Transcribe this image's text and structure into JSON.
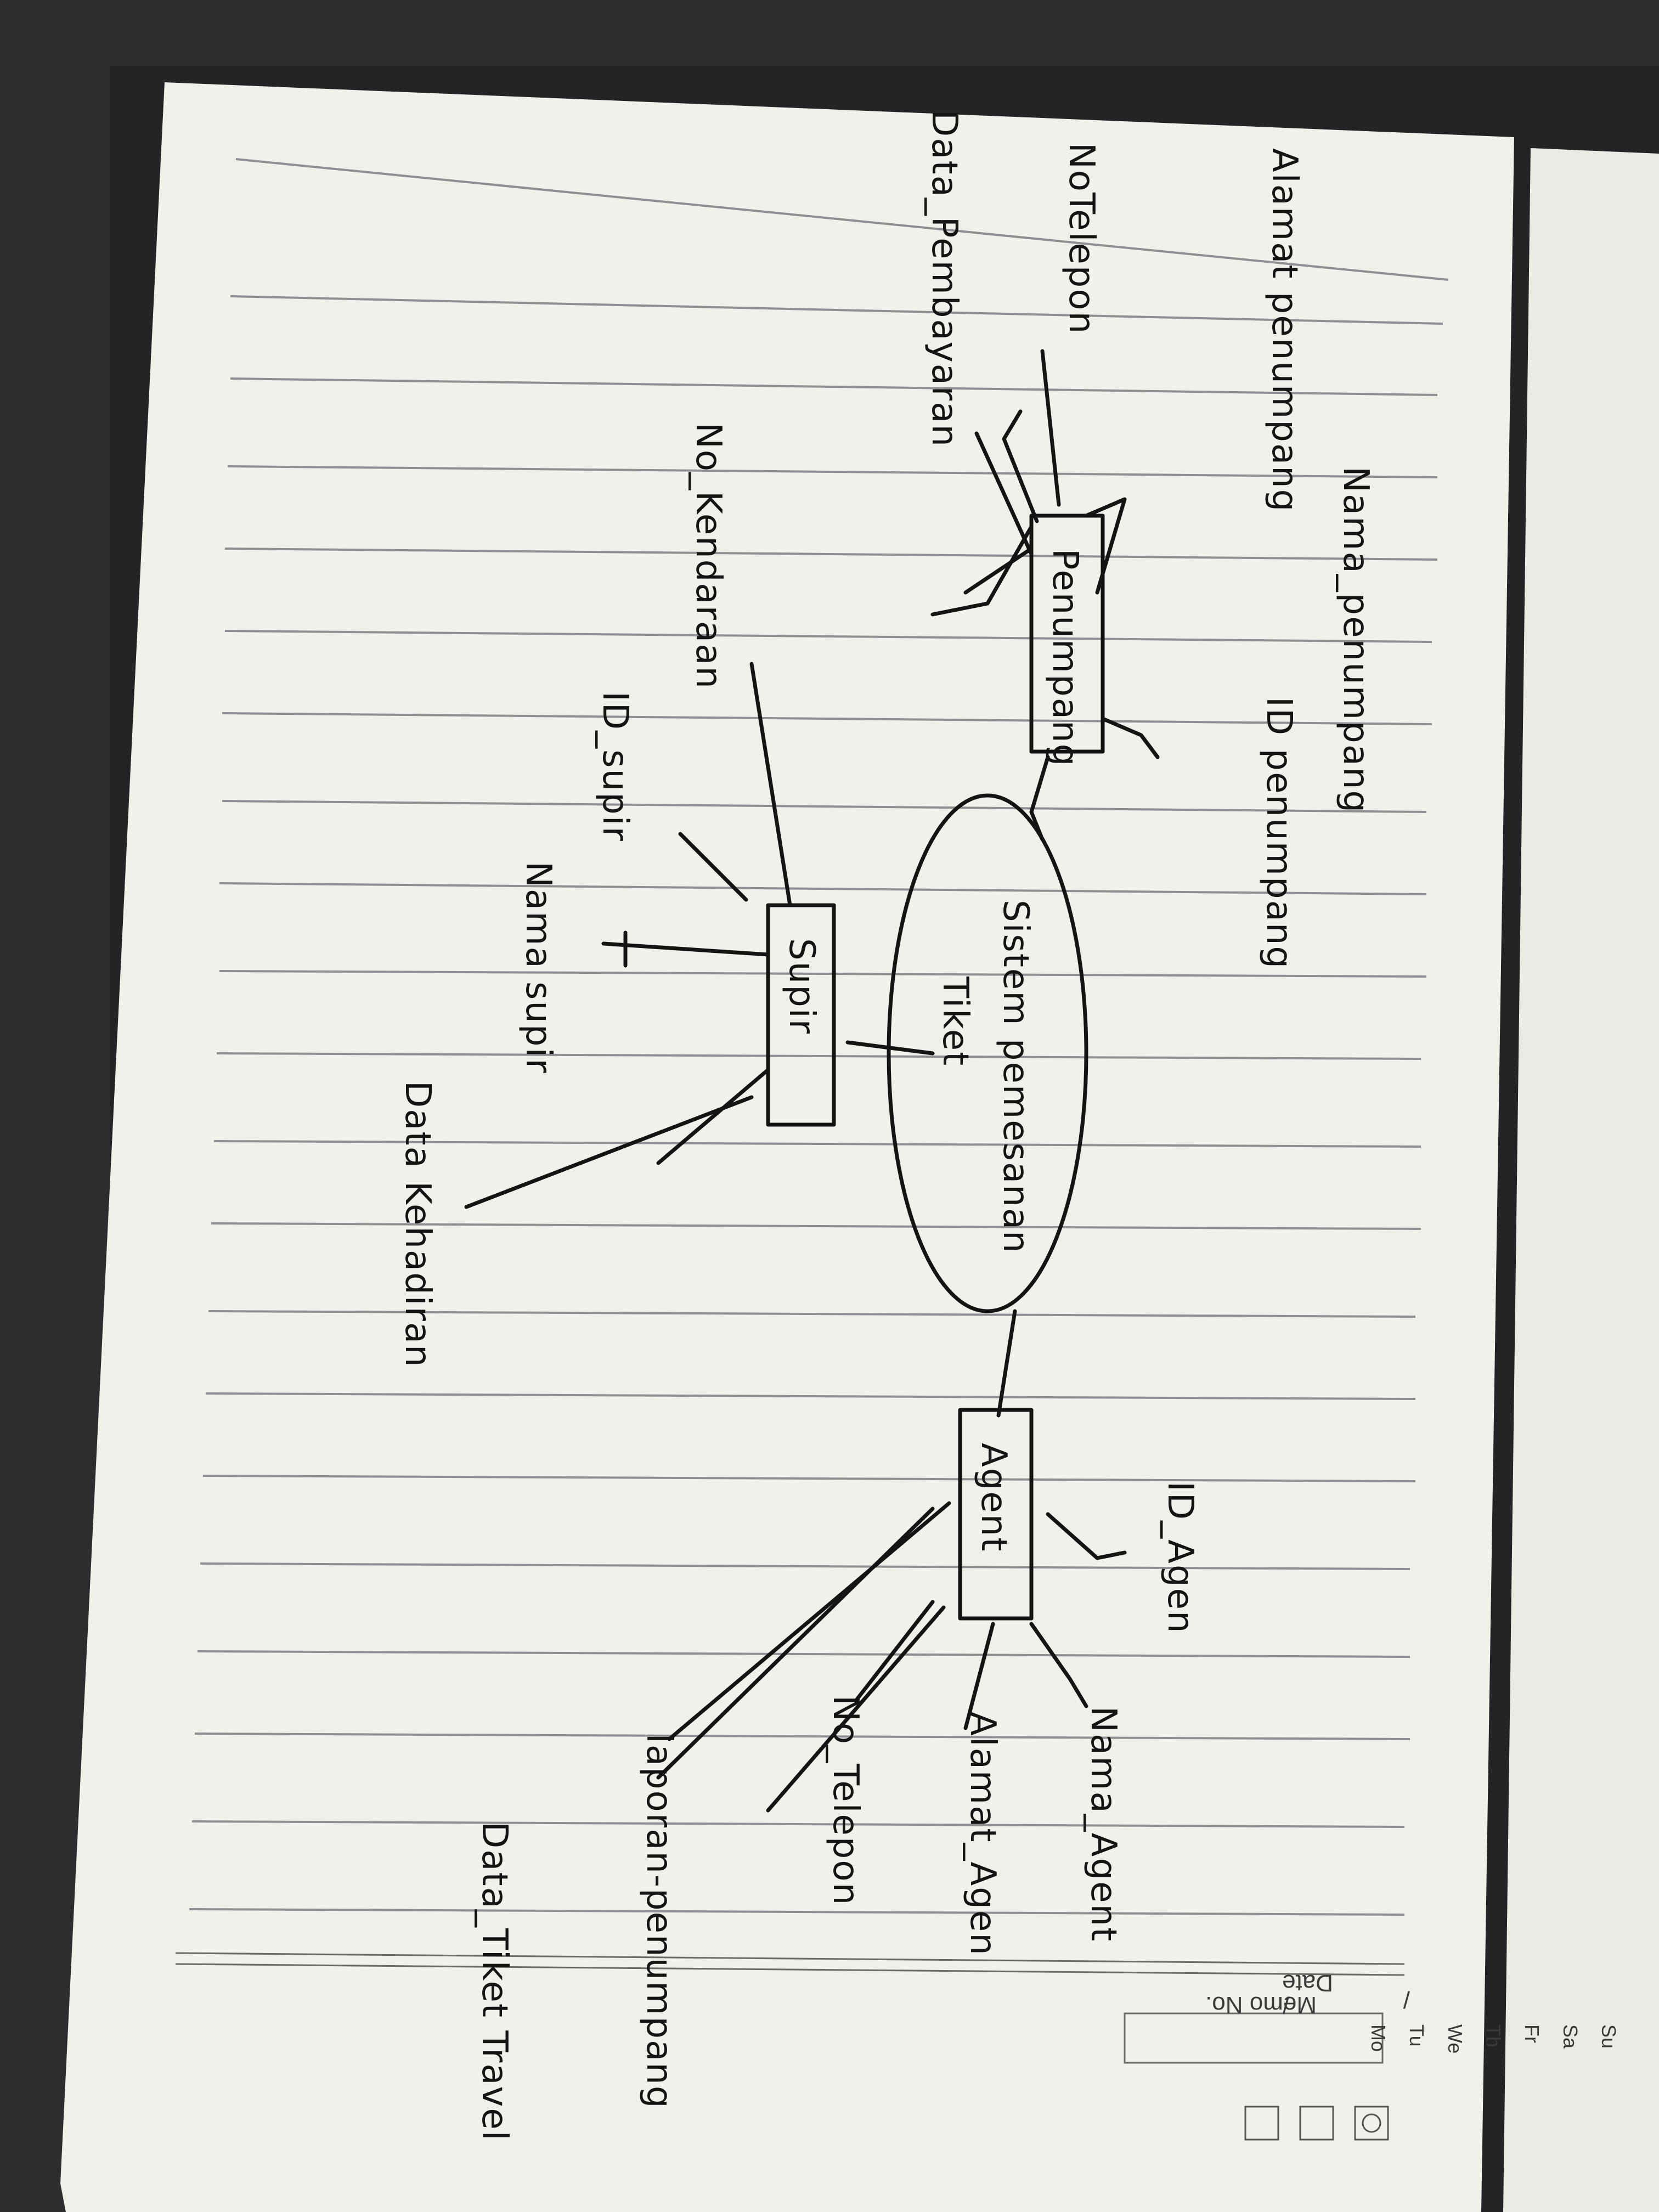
{
  "diagram": {
    "center": {
      "label_line1": "Sistem pemesanan",
      "label_line2": "Tiket"
    },
    "entities": {
      "penumpang": "Penumpang",
      "supir": "Supir",
      "agent": "Agent"
    },
    "attributes": {
      "nama_penumpang": "Nama_penumpang",
      "alamat_penumpang": "Alamat penumpang",
      "no_telepon_penumpang": "NoTelepon",
      "data_pembayaran": "Data_Pembayaran",
      "id_penumpang": "ID penumpang",
      "no_kendaraan": "No_Kendaraan",
      "id_supir": "ID_supir",
      "nama_supir": "Nama supir",
      "data_kehadiran": "Data Kehadiran",
      "id_agen": "ID_Agen",
      "nama_agent": "Nama_Agent",
      "alamat_agen": "Alamat_Agen",
      "no_telepon_agent": "No_Telepon",
      "laporan_penumpang": "laporan-penumpang",
      "data_tiket_travel": "Data_Tiket Travel"
    }
  },
  "notebook_print": {
    "days": [
      "Mo",
      "Tu",
      "We",
      "Th",
      "Fr",
      "Sa",
      "Su"
    ],
    "memo_no": "Memo No.",
    "date": "Date",
    "slash1": "/",
    "slash2": "/"
  }
}
